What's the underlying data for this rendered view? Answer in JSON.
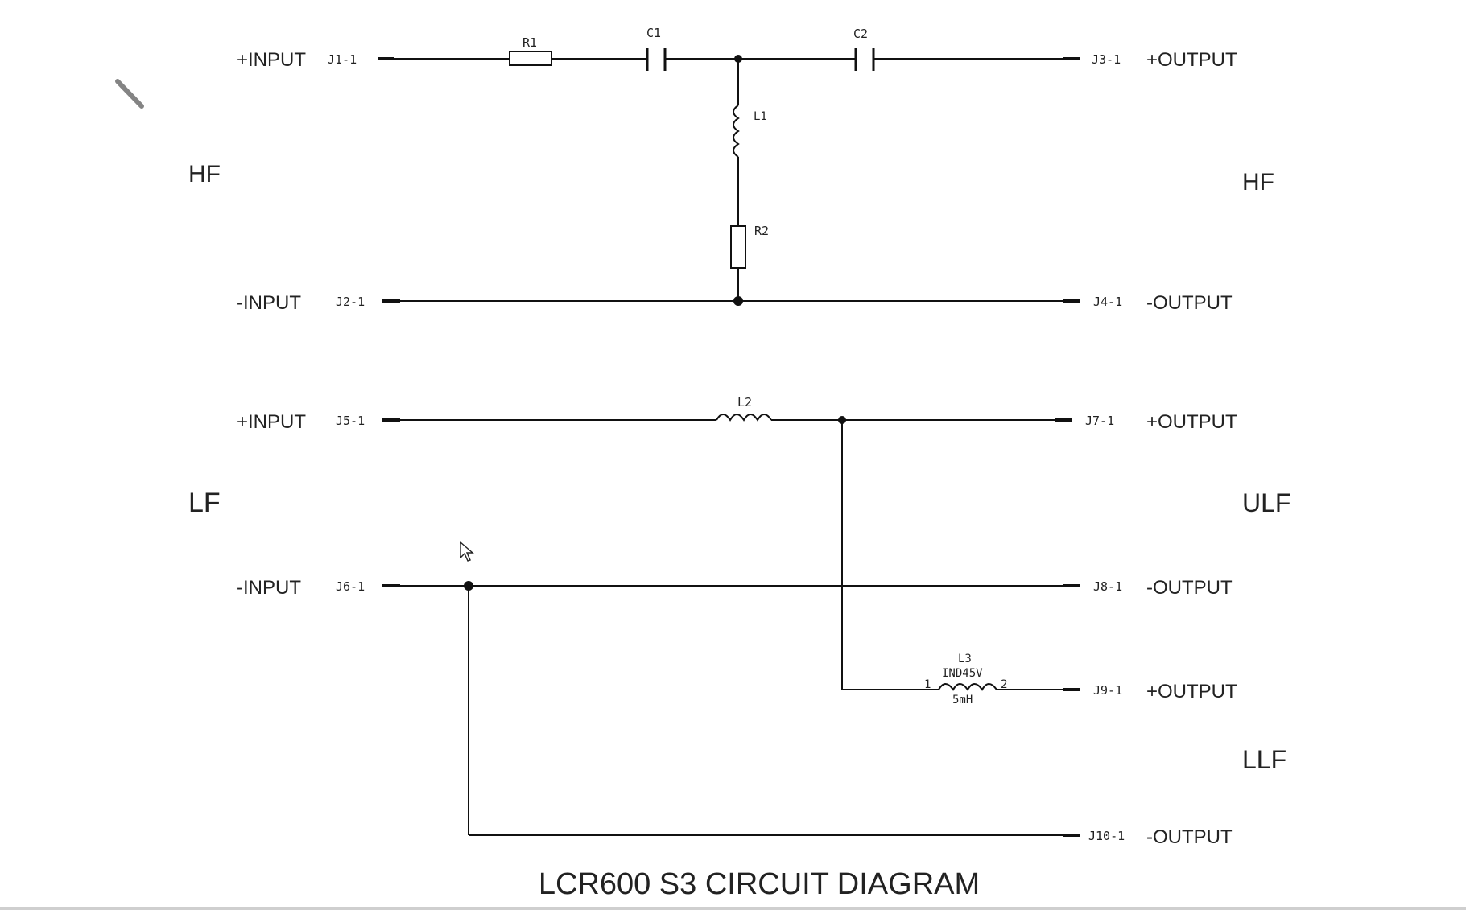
{
  "diagram": {
    "title": "LCR600 S3 CIRCUIT DIAGRAM",
    "sections": {
      "hf_left": "HF",
      "hf_right": "HF",
      "lf_left": "LF",
      "ulf_right": "ULF",
      "llf_right": "LLF"
    },
    "ports": {
      "hf_pos_in_label": "+INPUT",
      "hf_pos_in_pin": "J1-1",
      "hf_neg_in_label": "-INPUT",
      "hf_neg_in_pin": "J2-1",
      "hf_pos_out_pin": "J3-1",
      "hf_pos_out_label": "+OUTPUT",
      "hf_neg_out_pin": "J4-1",
      "hf_neg_out_label": "-OUTPUT",
      "lf_pos_in_label": "+INPUT",
      "lf_pos_in_pin": "J5-1",
      "lf_neg_in_label": "-INPUT",
      "lf_neg_in_pin": "J6-1",
      "ulf_pos_out_pin": "J7-1",
      "ulf_pos_out_label": "+OUTPUT",
      "ulf_neg_out_pin": "J8-1",
      "ulf_neg_out_label": "-OUTPUT",
      "llf_pos_out_pin": "J9-1",
      "llf_pos_out_label": "+OUTPUT",
      "llf_neg_out_pin": "J10-1",
      "llf_neg_out_label": "-OUTPUT"
    },
    "components": {
      "r1": "R1",
      "c1": "C1",
      "c2": "C2",
      "l1": "L1",
      "r2": "R2",
      "l2": "L2",
      "l3_ref": "L3",
      "l3_part": "IND45V",
      "l3_value": "5mH",
      "l3_pin1": "1",
      "l3_pin2": "2"
    }
  }
}
